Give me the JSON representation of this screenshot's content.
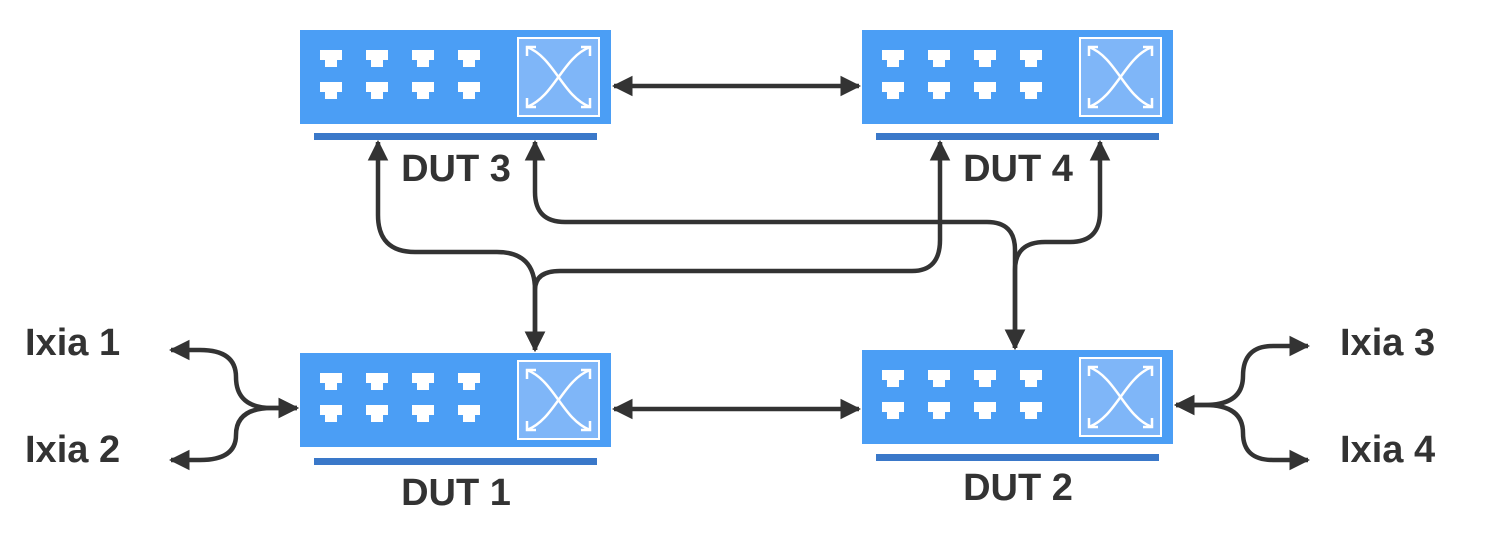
{
  "colors": {
    "switch_body": "#4b9ef5",
    "switch_panel": "#7fb6f8",
    "switch_base": "#3a78c9",
    "port": "#ffffff",
    "connector": "#333333",
    "text": "#333333"
  },
  "icons": {
    "switch": "network-switch-icon",
    "ports": "ethernet-port-icon",
    "crossbar": "crossbar-arrows-icon"
  },
  "devices": [
    {
      "id": "dut3",
      "label": "DUT 3"
    },
    {
      "id": "dut4",
      "label": "DUT 4"
    },
    {
      "id": "dut1",
      "label": "DUT 1"
    },
    {
      "id": "dut2",
      "label": "DUT 2"
    }
  ],
  "traffic_generators": [
    {
      "id": "ixia1",
      "label": "Ixia 1"
    },
    {
      "id": "ixia2",
      "label": "Ixia 2"
    },
    {
      "id": "ixia3",
      "label": "Ixia 3"
    },
    {
      "id": "ixia4",
      "label": "Ixia 4"
    }
  ],
  "links": [
    {
      "from": "dut3",
      "to": "dut4",
      "direction": "bidirectional"
    },
    {
      "from": "dut1",
      "to": "dut2",
      "direction": "bidirectional"
    },
    {
      "from": "dut1",
      "to": "dut3",
      "direction": "bidirectional"
    },
    {
      "from": "dut1",
      "to": "dut4",
      "direction": "bidirectional"
    },
    {
      "from": "dut2",
      "to": "dut3",
      "direction": "bidirectional"
    },
    {
      "from": "dut2",
      "to": "dut4",
      "direction": "bidirectional"
    },
    {
      "from": "dut1",
      "to": "ixia1",
      "direction": "bidirectional"
    },
    {
      "from": "dut1",
      "to": "ixia2",
      "direction": "bidirectional"
    },
    {
      "from": "dut2",
      "to": "ixia3",
      "direction": "bidirectional"
    },
    {
      "from": "dut2",
      "to": "ixia4",
      "direction": "bidirectional"
    }
  ]
}
